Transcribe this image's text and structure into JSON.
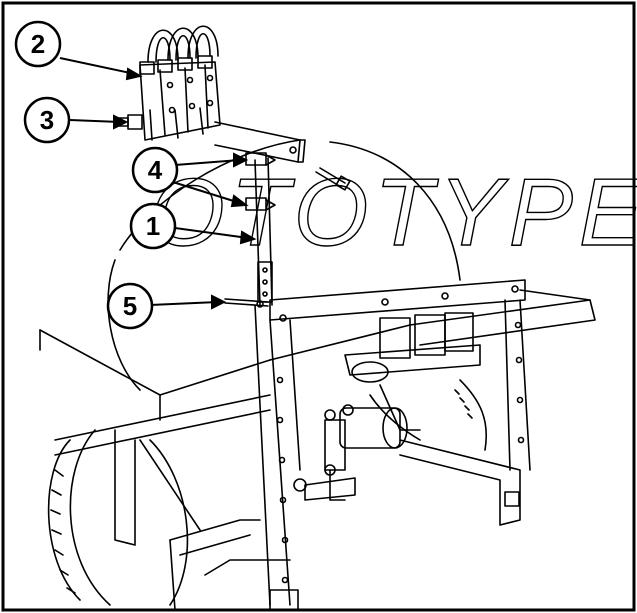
{
  "diagram": {
    "callouts": [
      {
        "id": "callout-2",
        "label": "2"
      },
      {
        "id": "callout-3",
        "label": "3"
      },
      {
        "id": "callout-4",
        "label": "4"
      },
      {
        "id": "callout-1",
        "label": "1"
      },
      {
        "id": "callout-5",
        "label": "5"
      }
    ],
    "watermark": "OTOTYPE",
    "colors": {
      "line": "#000000",
      "background": "#ffffff"
    }
  }
}
